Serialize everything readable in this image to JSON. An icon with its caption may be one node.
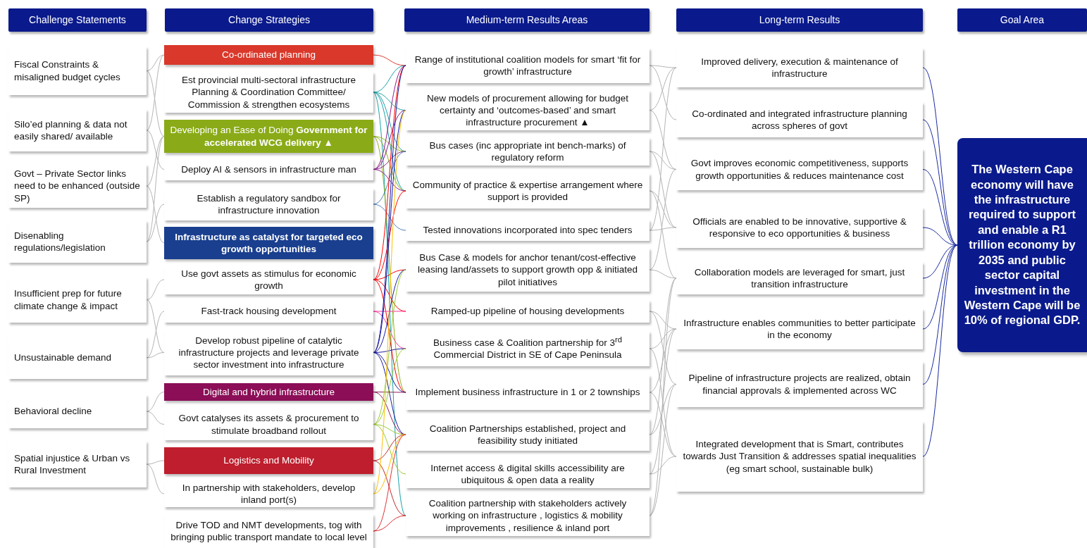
{
  "diagram": {
    "nodes": [
      {
        "text": [
          "Challenge Statements"
        ]
      },
      {
        "text": [
          "Change Strategies"
        ]
      },
      {
        "text": [
          "Medium-term Results Areas"
        ]
      },
      {
        "text": [
          "Long-term Results"
        ]
      },
      {
        "text": [
          "Goal Area"
        ]
      },
      {
        "text": [
          "Fiscal Constraints & misaligned budget cycles"
        ]
      },
      {
        "text": [
          "Silo’ed planning & data not easily shared/ available"
        ]
      },
      {
        "text": [
          "Govt – Private Sector links need to be enhanced (outside SP)"
        ]
      },
      {
        "text": [
          "Disenabling regulations/legislation"
        ]
      },
      {
        "text": [
          "Insufficient prep for future climate change & impact"
        ]
      },
      {
        "text": [
          "Unsustainable demand"
        ]
      },
      {
        "text": [
          "Behavioral decline"
        ]
      },
      {
        "text": [
          "Spatial injustice & Urban vs Rural Investment"
        ]
      },
      {
        "text": [
          "Co-ordinated planning"
        ]
      },
      {
        "text": [
          "Est provincial multi-sectoral infrastructure Planning & Coordination Committee/ Commission & strengthen ecosystems"
        ]
      },
      {
        "text": [
          "Developing an Ease of Doing **Government for accelerated WCG delivery ▲**"
        ]
      },
      {
        "text": [
          "Deploy AI & sensors in infrastructure man"
        ]
      },
      {
        "text": [
          "Establish a regulatory sandbox for infrastructure innovation"
        ]
      },
      {
        "text": [
          "Infrastructure as catalyst for targeted eco growth opportunities"
        ]
      },
      {
        "text": [
          "Use govt assets as stimulus for economic growth"
        ]
      },
      {
        "text": [
          "Fast-track housing development"
        ]
      },
      {
        "text": [
          "Develop robust pipeline of catalytic infrastructure projects and leverage private sector investment into infrastructure"
        ]
      },
      {
        "text": [
          "Digital and hybrid infrastructure"
        ]
      },
      {
        "text": [
          "Govt catalyses its assets & procurement to stimulate broadband rollout"
        ]
      },
      {
        "text": [
          "Logistics and Mobility"
        ]
      },
      {
        "text": [
          "In partnership with stakeholders, develop inland port(s)"
        ]
      },
      {
        "text": [
          "Drive TOD and NMT developments, tog with bringing public transport mandate to local level"
        ]
      },
      {
        "text": [
          "Range of institutional coalition models for smart ‘fit for growth’ infrastructure"
        ]
      },
      {
        "text": [
          "New models of procurement allowing for budget certainty and ‘outcomes-based’ and smart infrastructure procurement ▲"
        ]
      },
      {
        "text": [
          "Bus cases (inc appropriate int bench-marks) of regulatory reform"
        ]
      },
      {
        "text": [
          "Community of practice & expertise arrangement where support is provided"
        ]
      },
      {
        "text": [
          "Tested innovations incorporated into spec tenders"
        ]
      },
      {
        "text": [
          "Bus Case & models for anchor tenant/cost-effective leasing land/assets to support growth opp & initiated pilot initiatives"
        ]
      },
      {
        "text": [
          "Ramped-up pipeline of housing developments"
        ]
      },
      {
        "text": [
          "Business case & Coalition partnership for 3$^{rd}$ Commercial District in SE of Cape Peninsula"
        ]
      },
      {
        "text": [
          "Implement business infrastructure in 1 or 2 townships"
        ]
      },
      {
        "text": [
          "Coalition Partnerships established, project and feasibility study initiated"
        ]
      },
      {
        "text": [
          "Internet access & digital skills accessibility are ubiquitous & open data a reality"
        ]
      },
      {
        "text": [
          "Coalition partnership with stakeholders actively working on infrastructure , logistics & mobility improvements , resilience & inland port"
        ]
      },
      {
        "text": [
          "Improved delivery, execution & maintenance of infrastructure"
        ]
      },
      {
        "text": [
          "Co-ordinated and integrated infrastructure planning across spheres of govt"
        ]
      },
      {
        "text": [
          "Govt improves economic competitiveness, supports growth opportunities & reduces maintenance cost"
        ]
      },
      {
        "text": [
          "Officials are enabled to be innovative, supportive & responsive to eco opportunities & business"
        ]
      },
      {
        "text": [
          "Collaboration models are leveraged for smart, just transition infrastructure"
        ]
      },
      {
        "text": [
          "Infrastructure enables communities to better participate in the economy"
        ]
      },
      {
        "text": [
          "Pipeline of infrastructure projects are realized, obtain financial approvals & implemented across WC"
        ]
      },
      {
        "text": [
          "Integrated development that is Smart, contributes towards Just Transition & addresses spatial inequalities (eg smart school, sustainable bulk)"
        ]
      },
      {
        "text": [
          "The Western Cape economy will have the infrastructure required to support and enable a R1 trillion economy by 2035 and public sector capital investment in the Western Cape will be 10% of regional GDP."
        ]
      }
    ],
    "edges": [
      {
        "from": 5,
        "to": 13,
        "arrow": "none"
      },
      {
        "from": 5,
        "to": 15,
        "arrow": "none"
      },
      {
        "from": 6,
        "to": 13,
        "arrow": "none"
      },
      {
        "from": 6,
        "to": 16,
        "arrow": "none"
      },
      {
        "from": 7,
        "to": 15,
        "arrow": "none"
      },
      {
        "from": 7,
        "to": 18,
        "arrow": "none"
      },
      {
        "from": 8,
        "to": 15,
        "arrow": "none"
      },
      {
        "from": 8,
        "to": 17,
        "arrow": "none"
      },
      {
        "from": 9,
        "to": 19,
        "arrow": "none"
      },
      {
        "from": 9,
        "to": 21,
        "arrow": "none"
      },
      {
        "from": 10,
        "to": 20,
        "arrow": "none"
      },
      {
        "from": 10,
        "to": 21,
        "arrow": "none"
      },
      {
        "from": 11,
        "to": 22,
        "arrow": "none"
      },
      {
        "from": 11,
        "to": 23,
        "arrow": "none"
      },
      {
        "from": 12,
        "to": 24,
        "arrow": "none"
      },
      {
        "from": 12,
        "to": 25,
        "arrow": "none"
      },
      {
        "from": 13,
        "to": 27,
        "arrow": "none",
        "color": "#e03c31"
      },
      {
        "from": 14,
        "to": 27,
        "arrow": "none",
        "color": "#17a2a8"
      },
      {
        "from": 14,
        "to": 28,
        "arrow": "none",
        "color": "#17a2a8"
      },
      {
        "from": 14,
        "to": 29,
        "arrow": "none",
        "color": "#17a2a8"
      },
      {
        "from": 14,
        "to": 30,
        "arrow": "none",
        "color": "#17a2a8"
      },
      {
        "from": 14,
        "to": 38,
        "arrow": "none",
        "color": "#17a2a8"
      },
      {
        "from": 15,
        "to": 29,
        "arrow": "none",
        "color": "#8fb020"
      },
      {
        "from": 15,
        "to": 30,
        "arrow": "none",
        "color": "#8fb020"
      },
      {
        "from": 15,
        "to": 35,
        "arrow": "none",
        "color": "#8fb020"
      },
      {
        "from": 16,
        "to": 27,
        "arrow": "none",
        "color": "#8b1a8b"
      },
      {
        "from": 16,
        "to": 28,
        "arrow": "none",
        "color": "#8b1a8b"
      },
      {
        "from": 16,
        "to": 29,
        "arrow": "none",
        "color": "#8b1a8b"
      },
      {
        "from": 16,
        "to": 30,
        "arrow": "none",
        "color": "#8b1a8b"
      },
      {
        "from": 17,
        "to": 29,
        "arrow": "none",
        "color": "#4f81bd"
      },
      {
        "from": 17,
        "to": 31,
        "arrow": "none",
        "color": "#4f81bd"
      },
      {
        "from": 19,
        "to": 27,
        "arrow": "none",
        "color": "#ff0000"
      },
      {
        "from": 19,
        "to": 30,
        "arrow": "none",
        "color": "#ff0000"
      },
      {
        "from": 19,
        "to": 32,
        "arrow": "none",
        "color": "#ff0000"
      },
      {
        "from": 19,
        "to": 33,
        "arrow": "none",
        "color": "#ff0000"
      },
      {
        "from": 19,
        "to": 35,
        "arrow": "none",
        "color": "#ff0000"
      },
      {
        "from": 20,
        "to": 33,
        "arrow": "none",
        "color": "#ff3399"
      },
      {
        "from": 20,
        "to": 34,
        "arrow": "none",
        "color": "#ff3399"
      },
      {
        "from": 21,
        "to": 27,
        "arrow": "none",
        "color": "#1a1aa0"
      },
      {
        "from": 21,
        "to": 28,
        "arrow": "none",
        "color": "#1a1aa0"
      },
      {
        "from": 21,
        "to": 32,
        "arrow": "none",
        "color": "#1a1aa0"
      },
      {
        "from": 21,
        "to": 34,
        "arrow": "none",
        "color": "#1a1aa0"
      },
      {
        "from": 21,
        "to": 35,
        "arrow": "none",
        "color": "#1a1aa0"
      },
      {
        "from": 21,
        "to": 36,
        "arrow": "none",
        "color": "#1a1aa0"
      },
      {
        "from": 22,
        "to": 35,
        "arrow": "none",
        "color": "#8b1a5a"
      },
      {
        "from": 22,
        "to": 36,
        "arrow": "none",
        "color": "#8b1a5a"
      },
      {
        "from": 23,
        "to": 32,
        "arrow": "none",
        "color": "#9acd32"
      },
      {
        "from": 23,
        "to": 34,
        "arrow": "none",
        "color": "#9acd32"
      },
      {
        "from": 23,
        "to": 36,
        "arrow": "none",
        "color": "#9acd32"
      },
      {
        "from": 23,
        "to": 37,
        "arrow": "none",
        "color": "#9acd32"
      },
      {
        "from": 24,
        "to": 36,
        "arrow": "none",
        "color": "#c0282d"
      },
      {
        "from": 24,
        "to": 38,
        "arrow": "none",
        "color": "#c0282d"
      },
      {
        "from": 25,
        "to": 28,
        "arrow": "none",
        "color": "#ffc000"
      },
      {
        "from": 25,
        "to": 36,
        "arrow": "none",
        "color": "#ffc000"
      },
      {
        "from": 26,
        "to": 36,
        "arrow": "none",
        "color": "#e03030"
      },
      {
        "from": 26,
        "to": 38,
        "arrow": "none",
        "color": "#e03030"
      },
      {
        "from": 27,
        "to": 39,
        "arrow": "none"
      },
      {
        "from": 27,
        "to": 40,
        "arrow": "none"
      },
      {
        "from": 28,
        "to": 39,
        "arrow": "none"
      },
      {
        "from": 28,
        "to": 41,
        "arrow": "none"
      },
      {
        "from": 29,
        "to": 41,
        "arrow": "none"
      },
      {
        "from": 29,
        "to": 42,
        "arrow": "none"
      },
      {
        "from": 30,
        "to": 42,
        "arrow": "none"
      },
      {
        "from": 30,
        "to": 43,
        "arrow": "none"
      },
      {
        "from": 31,
        "to": 39,
        "arrow": "none"
      },
      {
        "from": 31,
        "to": 42,
        "arrow": "none"
      },
      {
        "from": 32,
        "to": 41,
        "arrow": "none"
      },
      {
        "from": 32,
        "to": 43,
        "arrow": "none"
      },
      {
        "from": 33,
        "to": 44,
        "arrow": "none"
      },
      {
        "from": 33,
        "to": 45,
        "arrow": "none"
      },
      {
        "from": 34,
        "to": 44,
        "arrow": "none"
      },
      {
        "from": 34,
        "to": 46,
        "arrow": "none"
      },
      {
        "from": 35,
        "to": 44,
        "arrow": "none"
      },
      {
        "from": 35,
        "to": 46,
        "arrow": "none"
      },
      {
        "from": 36,
        "to": 43,
        "arrow": "none"
      },
      {
        "from": 36,
        "to": 45,
        "arrow": "none"
      },
      {
        "from": 37,
        "to": 44,
        "arrow": "none"
      },
      {
        "from": 37,
        "to": 46,
        "arrow": "none"
      },
      {
        "from": 38,
        "to": 43,
        "arrow": "none"
      },
      {
        "from": 38,
        "to": 45,
        "arrow": "none"
      },
      {
        "from": 39,
        "to": 47,
        "arrow": "none",
        "color": "#1a2aa0"
      },
      {
        "from": 40,
        "to": 47,
        "arrow": "none",
        "color": "#1a2aa0"
      },
      {
        "from": 41,
        "to": 47,
        "arrow": "none",
        "color": "#1a2aa0"
      },
      {
        "from": 42,
        "to": 47,
        "arrow": "none",
        "color": "#1a2aa0"
      },
      {
        "from": 43,
        "to": 47,
        "arrow": "none",
        "color": "#1a2aa0"
      },
      {
        "from": 44,
        "to": 47,
        "arrow": "none",
        "color": "#1a2aa0"
      },
      {
        "from": 45,
        "to": 47,
        "arrow": "none",
        "color": "#1a2aa0"
      },
      {
        "from": 46,
        "to": 47,
        "arrow": "none",
        "color": "#1a2aa0"
      }
    ]
  }
}
